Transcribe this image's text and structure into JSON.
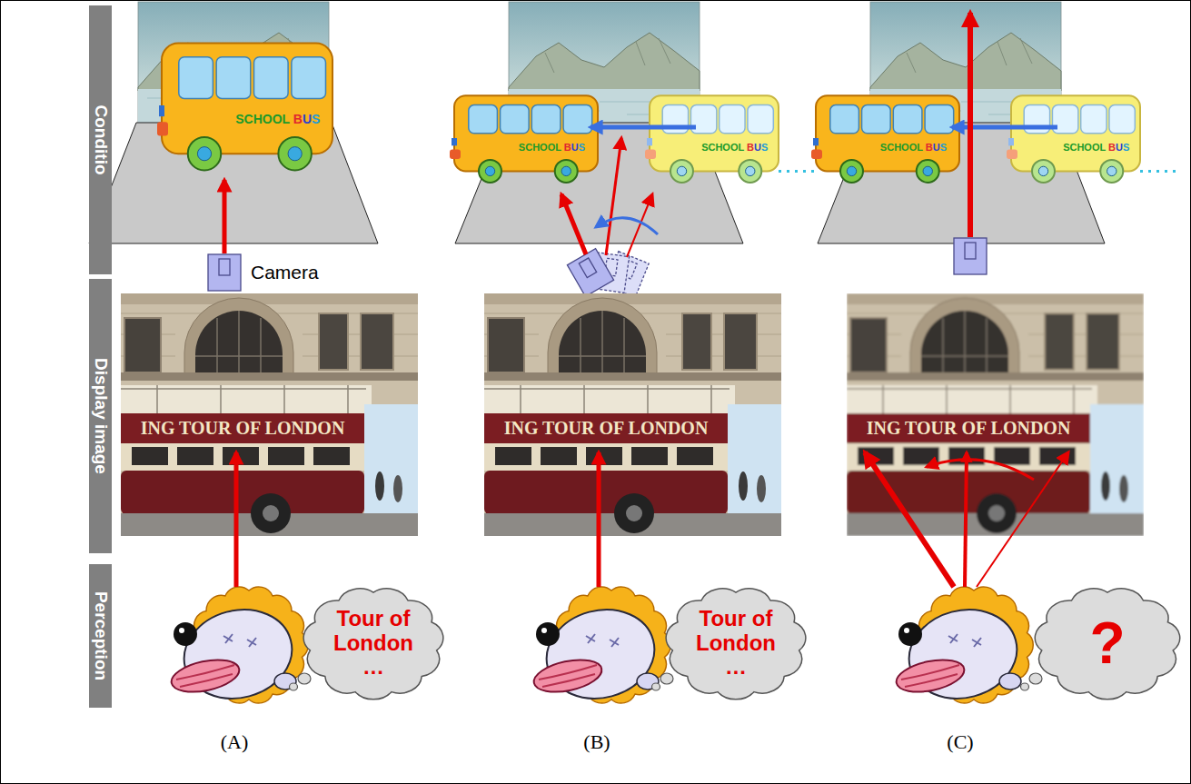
{
  "diagram": {
    "nodes": [
      {
        "text": [
          "Conditio"
        ]
      },
      {
        "text": [
          "Display image"
        ]
      },
      {
        "text": [
          "Perception"
        ]
      },
      {
        "text": [
          "Tour of London …"
        ]
      },
      {
        "text": [
          "Tour of London …"
        ]
      },
      {
        "text": [
          "?"
        ]
      }
    ],
    "labels": [
      "SCHOOL BUS",
      "Camera",
      "SCHOOL BUS",
      "SCHOOL BUS",
      "SCHOOL BUS",
      "SCHOOL BUS",
      "ING TOUR OF LONDON",
      "ING TOUR OF LONDON",
      "ING TOUR OF LONDON",
      "(A)",
      "(B)",
      "(C)"
    ]
  }
}
